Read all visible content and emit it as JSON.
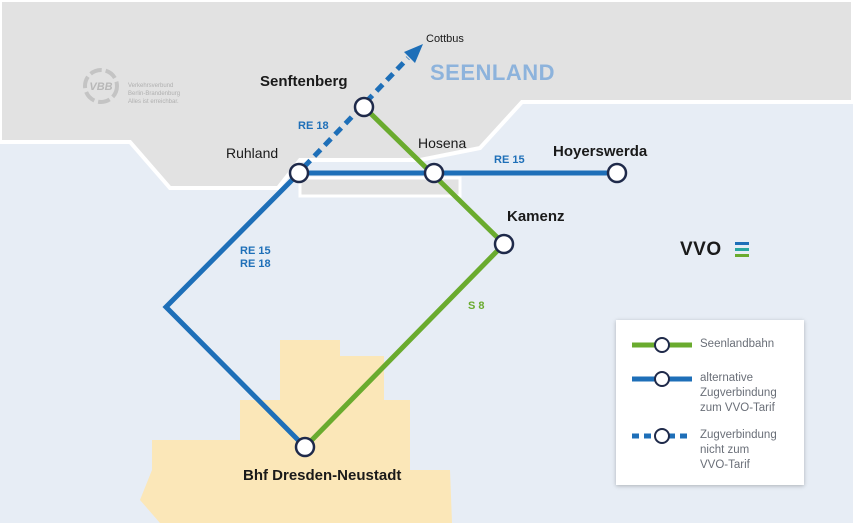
{
  "map": {
    "region_label": "SEENLAND",
    "destination": "Cottbus",
    "operator_logo_text": "VVO",
    "vbb_logo": {
      "mark": "VBB",
      "lines": [
        "Verkehrsverbund",
        "Berlin-Brandenburg",
        "Alles ist erreichbar."
      ]
    },
    "stations": {
      "senftenberg": "Senftenberg",
      "ruhland": "Ruhland",
      "hosena": "Hosena",
      "hoyerswerda": "Hoyerswerda",
      "kamenz": "Kamenz",
      "dresden": "Bhf Dresden-Neustadt"
    },
    "line_labels": {
      "re18_top": "RE 18",
      "re15_east": "RE 15",
      "re15_west": "RE 15",
      "re18_west": "RE 18",
      "s8": "S 8"
    },
    "colors": {
      "seenlandbahn": "#6aab2e",
      "alternative": "#1e6fb8",
      "region_label": "#8db3dc",
      "land_grey": "#e2e2e2",
      "water_bg": "#e7edf5",
      "dresden_area": "#fbe7b8"
    }
  },
  "legend": {
    "items": [
      {
        "style": "solid-green",
        "text": [
          "Seenlandbahn"
        ]
      },
      {
        "style": "solid-blue",
        "text": [
          "alternative",
          "Zugverbindung",
          "zum VVO-Tarif"
        ]
      },
      {
        "style": "dashed-blue",
        "text": [
          "Zugverbindung",
          "nicht zum",
          "VVO-Tarif"
        ]
      }
    ]
  }
}
